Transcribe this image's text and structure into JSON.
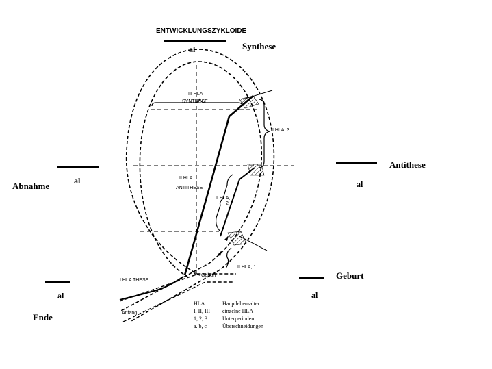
{
  "title": "ENTWICKLUNGSZYKLOIDE",
  "side_labels": {
    "synthese": "Synthese",
    "antithese": "Antithese",
    "abnahme": "Abnahme",
    "geburt": "Geburt",
    "ende": "Ende",
    "al_top": "al",
    "al_left_upper": "al",
    "al_right_upper": "al",
    "al_left_lower": "al",
    "al_right_lower": "al"
  },
  "diagram_labels": {
    "iii_hla": "III HLA",
    "synthese": "SYNTHESE",
    "ii_hla": "II HLA",
    "antithese": "ANTITHESE",
    "ii_hla_3": "II HLA, 3",
    "ii_hla_2a": "II HLA,",
    "ii_hla_2b": "2",
    "ii_hla_1": "II HLA, 1",
    "i_hla_these": "I HLA THESE",
    "geburt": "Geburt",
    "anfang": "Anfang"
  },
  "legend": [
    {
      "key": "HLA",
      "value": "Hauptlebensalter"
    },
    {
      "key": "I, II, III",
      "value": "einzelne HLA"
    },
    {
      "key": "1, 2, 3",
      "value": "Unterperioden"
    },
    {
      "key": "a. b, c",
      "value": "Überschneidungen"
    }
  ]
}
